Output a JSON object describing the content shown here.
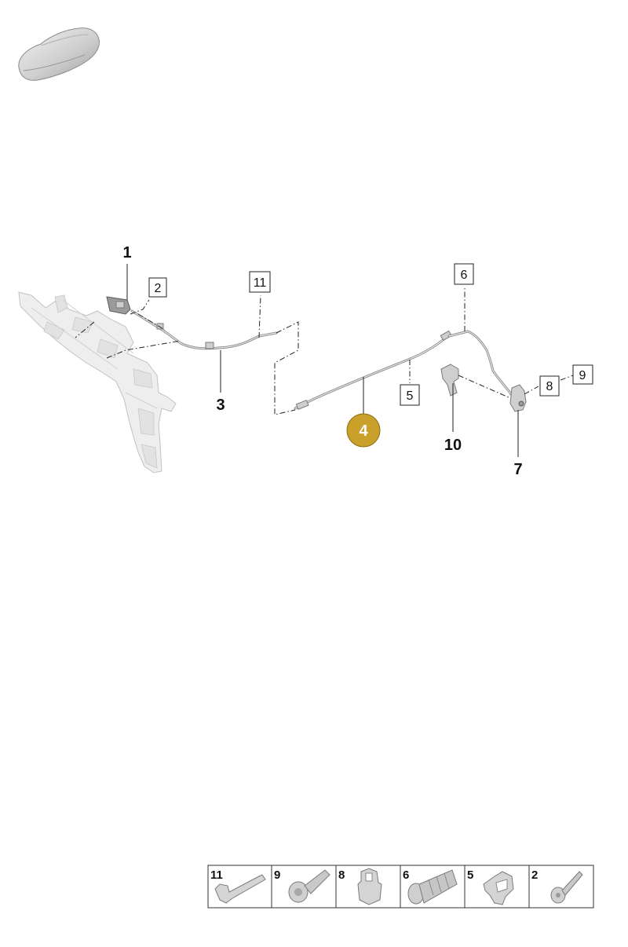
{
  "diagram": {
    "callouts": [
      {
        "id": "1",
        "label": "1",
        "style": "bold"
      },
      {
        "id": "2",
        "label": "2",
        "style": "boxed"
      },
      {
        "id": "3",
        "label": "3",
        "style": "bold"
      },
      {
        "id": "4",
        "label": "4",
        "style": "highlighted"
      },
      {
        "id": "5",
        "label": "5",
        "style": "boxed"
      },
      {
        "id": "6",
        "label": "6",
        "style": "boxed"
      },
      {
        "id": "7",
        "label": "7",
        "style": "bold"
      },
      {
        "id": "8",
        "label": "8",
        "style": "boxed"
      },
      {
        "id": "9",
        "label": "9",
        "style": "boxed"
      },
      {
        "id": "10",
        "label": "10",
        "style": "bold"
      },
      {
        "id": "11",
        "label": "11",
        "style": "boxed"
      }
    ],
    "highlight_color": "#c9a12a",
    "vehicle_icon": "car-silhouette-icon"
  },
  "legend": {
    "items": [
      {
        "label": "11",
        "icon": "bracket-clip-icon"
      },
      {
        "label": "9",
        "icon": "flange-bolt-icon"
      },
      {
        "label": "8",
        "icon": "spring-nut-icon"
      },
      {
        "label": "6",
        "icon": "grommet-icon"
      },
      {
        "label": "5",
        "icon": "cable-clip-icon"
      },
      {
        "label": "2",
        "icon": "screw-icon"
      }
    ]
  }
}
